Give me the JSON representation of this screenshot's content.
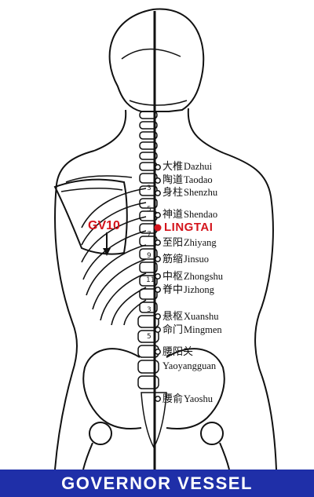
{
  "title": "GOVERNOR VESSEL",
  "highlight": {
    "code": "GV10",
    "name": "LINGTAI",
    "color": "#d4141c"
  },
  "points": [
    {
      "cn": "大椎",
      "pinyin": "Dazhui"
    },
    {
      "cn": "陶道",
      "pinyin": "Taodao"
    },
    {
      "cn": "身柱",
      "pinyin": "Shenzhu"
    },
    {
      "cn": "神道",
      "pinyin": "Shendao"
    },
    {
      "cn": "至阳",
      "pinyin": "Zhiyang"
    },
    {
      "cn": "筋缩",
      "pinyin": "Jinsuo"
    },
    {
      "cn": "中枢",
      "pinyin": "Zhongshu"
    },
    {
      "cn": "脊中",
      "pinyin": "Jizhong"
    },
    {
      "cn": "悬枢",
      "pinyin": "Xuanshu"
    },
    {
      "cn": "命门",
      "pinyin": "Mingmen"
    },
    {
      "cn": "腰阳关",
      "pinyin": "Yaoyangguan"
    },
    {
      "cn": "腰俞",
      "pinyin": "Yaoshu"
    }
  ],
  "vertebra_numbers": [
    "3",
    "5",
    "7",
    "9",
    "11",
    "3",
    "5"
  ],
  "colors": {
    "title_bar": "#1f2fa8",
    "title_text": "#ffffff",
    "line": "#111111"
  }
}
